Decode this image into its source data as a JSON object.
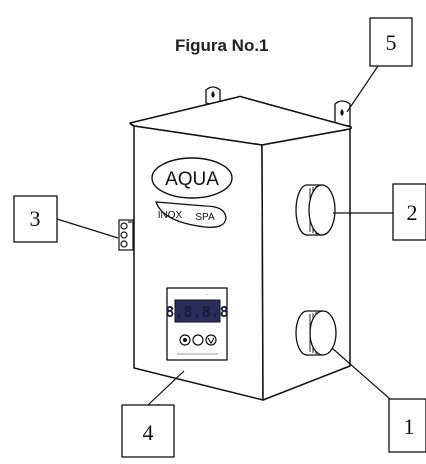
{
  "figure_title": "Figura No.1",
  "logo": {
    "main": "AQUA",
    "left_sub": "INOX",
    "right_sub": "SPA"
  },
  "panel": {
    "display": "8.8.8.8"
  },
  "callouts": [
    "1",
    "2",
    "3",
    "4",
    "5"
  ],
  "colors": {
    "line": "#111111",
    "display_bg": "#2c2c5a",
    "display_digits": "#c9d6ff"
  }
}
